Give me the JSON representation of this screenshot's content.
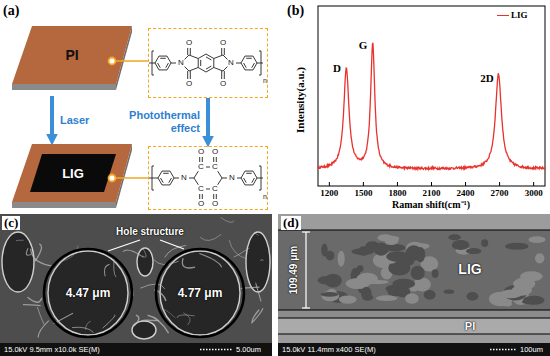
{
  "diagram": {
    "nodes": [
      {
        "text": [
          "PI"
        ]
      },
      {
        "text": [
          "O",
          "O",
          "N",
          "N",
          "O",
          "O",
          "n"
        ]
      },
      {
        "text": [
          "LIG"
        ]
      },
      {
        "text": [
          "O",
          "O",
          "C",
          "C",
          "N",
          "N",
          "C",
          "C",
          "O",
          "O",
          "n"
        ]
      },
      {
        "text": [
          "4.47 μm"
        ]
      },
      {
        "text": [
          "4.77 μm"
        ]
      }
    ],
    "edges": [
      {
        "from": 0,
        "to": 1,
        "arrow": "none"
      },
      {
        "from": 0,
        "to": 2,
        "arrow": "to",
        "label": "Laser"
      },
      {
        "from": 1,
        "to": 3,
        "arrow": "to",
        "label": "Photothermal effect"
      },
      {
        "from": 2,
        "to": 3,
        "arrow": "none"
      }
    ],
    "labels": [
      "(a)",
      "(b)",
      "Intensity(a.u.)",
      "D",
      "G",
      "2D",
      "1200",
      "1500",
      "1800",
      "2100",
      "2400",
      "2700",
      "3000",
      "Raman shift(cm⁻¹)",
      "(c)",
      "Hole structure",
      "15.0kV 9.5mm x10.0k SE(M)",
      "5.00um",
      "(d)",
      "109.49 μm",
      "LIG",
      "PI",
      "15.0kV 11.4mm x400 SE(M)",
      "100um"
    ],
    "legend": [
      {
        "text": "LIG"
      }
    ]
  }
}
